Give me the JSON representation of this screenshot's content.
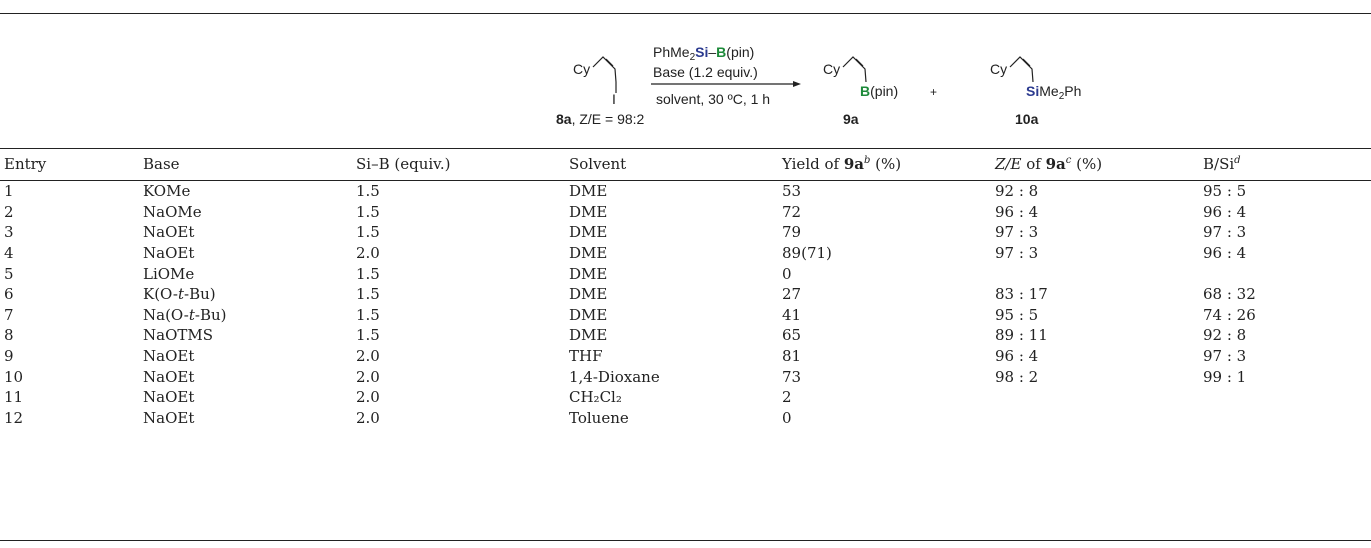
{
  "scheme": {
    "reagent_top": "PhMe₂Si–B(pin)",
    "reagent_base": "Base (1.2 equiv.)",
    "conditions": "solvent, 30 ºC, 1 h",
    "substrate_cy": "Cy",
    "substrate_i": "I",
    "substrate_label": "8a",
    "substrate_ratio": ", Z/E = 98:2",
    "product1_cy": "Cy",
    "product1_group": "B(pin)",
    "product1_label": "9a",
    "plus": "+",
    "product2_cy": "Cy",
    "product2_group": "SiMe₂Ph",
    "product2_label": "10a",
    "colors": {
      "silicon": "#2b3a8f",
      "boron": "#1d8a3a",
      "text": "#222222"
    }
  },
  "table": {
    "headers": {
      "entry": "Entry",
      "base": "Base",
      "si_b": "Si–B (equiv.)",
      "solvent": "Solvent",
      "yield_pre": "Yield of ",
      "yield_cmp": "9a",
      "yield_sup": "b",
      "yield_post": " (%)",
      "ze_pre": "Z/E",
      "ze_of": " of ",
      "ze_cmp": "9a",
      "ze_sup": "c",
      "ze_post": " (%)",
      "bsi": "B/Si",
      "bsi_sup": "d"
    },
    "rows": [
      {
        "entry": "1",
        "base": "KOMe",
        "sib": "1.5",
        "solvent": "DME",
        "yield": "53",
        "ze": "92 : 8",
        "bsi": "95 : 5"
      },
      {
        "entry": "2",
        "base": "NaOMe",
        "sib": "1.5",
        "solvent": "DME",
        "yield": "72",
        "ze": "96 : 4",
        "bsi": "96 : 4"
      },
      {
        "entry": "3",
        "base": "NaOEt",
        "sib": "1.5",
        "solvent": "DME",
        "yield": "79",
        "ze": "97 : 3",
        "bsi": "97 : 3"
      },
      {
        "entry": "4",
        "base": "NaOEt",
        "sib": "2.0",
        "solvent": "DME",
        "yield": "89(71)",
        "ze": "97 : 3",
        "bsi": "96 : 4"
      },
      {
        "entry": "5",
        "base": "LiOMe",
        "sib": "1.5",
        "solvent": "DME",
        "yield": "0",
        "ze": "",
        "bsi": ""
      },
      {
        "entry": "6",
        "base_pre": "K(O-",
        "base_it": "t",
        "base_post": "-Bu)",
        "sib": "1.5",
        "solvent": "DME",
        "yield": "27",
        "ze": "83 : 17",
        "bsi": "68 : 32"
      },
      {
        "entry": "7",
        "base_pre": "Na(O-",
        "base_it": "t",
        "base_post": "-Bu)",
        "sib": "1.5",
        "solvent": "DME",
        "yield": "41",
        "ze": "95 : 5",
        "bsi": "74 : 26"
      },
      {
        "entry": "8",
        "base": "NaOTMS",
        "sib": "1.5",
        "solvent": "DME",
        "yield": "65",
        "ze": "89 : 11",
        "bsi": "92 : 8"
      },
      {
        "entry": "9",
        "base": "NaOEt",
        "sib": "2.0",
        "solvent": "THF",
        "yield": "81",
        "ze": "96 : 4",
        "bsi": "97 : 3"
      },
      {
        "entry": "10",
        "base": "NaOEt",
        "sib": "2.0",
        "solvent": "1,4-Dioxane",
        "yield": "73",
        "ze": "98 : 2",
        "bsi": "99 : 1"
      },
      {
        "entry": "11",
        "base": "NaOEt",
        "sib": "2.0",
        "solvent": "CH₂Cl₂",
        "yield": "2",
        "ze": "",
        "bsi": ""
      },
      {
        "entry": "12",
        "base": "NaOEt",
        "sib": "2.0",
        "solvent": "Toluene",
        "yield": "0",
        "ze": "",
        "bsi": ""
      }
    ]
  }
}
